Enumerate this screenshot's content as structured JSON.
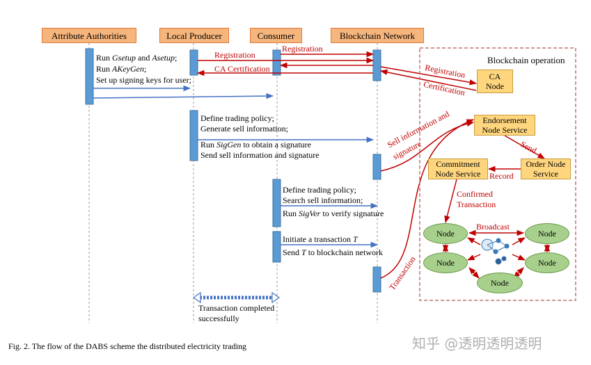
{
  "headers": {
    "attribute_authorities": "Attribute Authorities",
    "local_producer": "Local Producer",
    "consumer": "Consumer",
    "blockchain_network": "Blockchain Network"
  },
  "aa_steps": {
    "line1_pre": "Run ",
    "line1_gsetup": "Gsetup",
    "line1_mid": " and ",
    "line1_asetup": "Asetup",
    "line1_post": ";",
    "line2_pre": "Run ",
    "line2_akeygen": "AKeyGen",
    "line2_post": ";",
    "line3": "Set up signing keys for user;"
  },
  "messages": {
    "registration_lp": "Registration",
    "registration_consumer": "Registration",
    "ca_certification": "CA Certification"
  },
  "producer_steps": {
    "line1": "Define trading policy;",
    "line2": "Generate sell information;",
    "line3_pre": "Run ",
    "line3_siggen": "SigGen",
    "line3_post": " to obtain a signature",
    "line4": "Send sell information and signature"
  },
  "consumer_steps": {
    "line1": "Define trading policy;",
    "line2": "Search sell information;",
    "line3_pre": "Run ",
    "line3_sigver": "SigVer",
    "line3_post": " to verify signature",
    "line4_pre": "Initiate a transaction  ",
    "line4_t": "T",
    "line5_pre": "Send ",
    "line5_t": "T",
    "line5_post": " to blockchain network"
  },
  "completion": {
    "line1": "Transaction completed",
    "line2": "successfully"
  },
  "blockchain_operation": {
    "title": "Blockchain operation",
    "ca_node": "CA Node",
    "endorsement": "Endorsement Node Service",
    "order": "Order Node Service",
    "commitment": "Commitment Node Service",
    "registration": "Registration",
    "certification": "Certification",
    "sell_info_sig_1": "Sell information and",
    "sell_info_sig_2": "signature",
    "send": "Send",
    "record": "Record",
    "confirmed": "Confirmed",
    "transaction_label": "Transaction",
    "broadcast": "Broadcast",
    "transaction_diag": "Transaction",
    "nodes": [
      "Node",
      "Node",
      "Node",
      "Node",
      "Node"
    ]
  },
  "caption": "Fig. 2.  The flow of the DABS scheme the distributed electricity trading",
  "watermark": "知乎 @透明透明透明",
  "colors": {
    "header_fill": "#f6b57c",
    "activation": "#5b9bd5",
    "arrow_blue": "#4472c4",
    "arrow_red": "#c00000",
    "service_box": "#ffd67e",
    "node_fill": "#a8d08d"
  }
}
